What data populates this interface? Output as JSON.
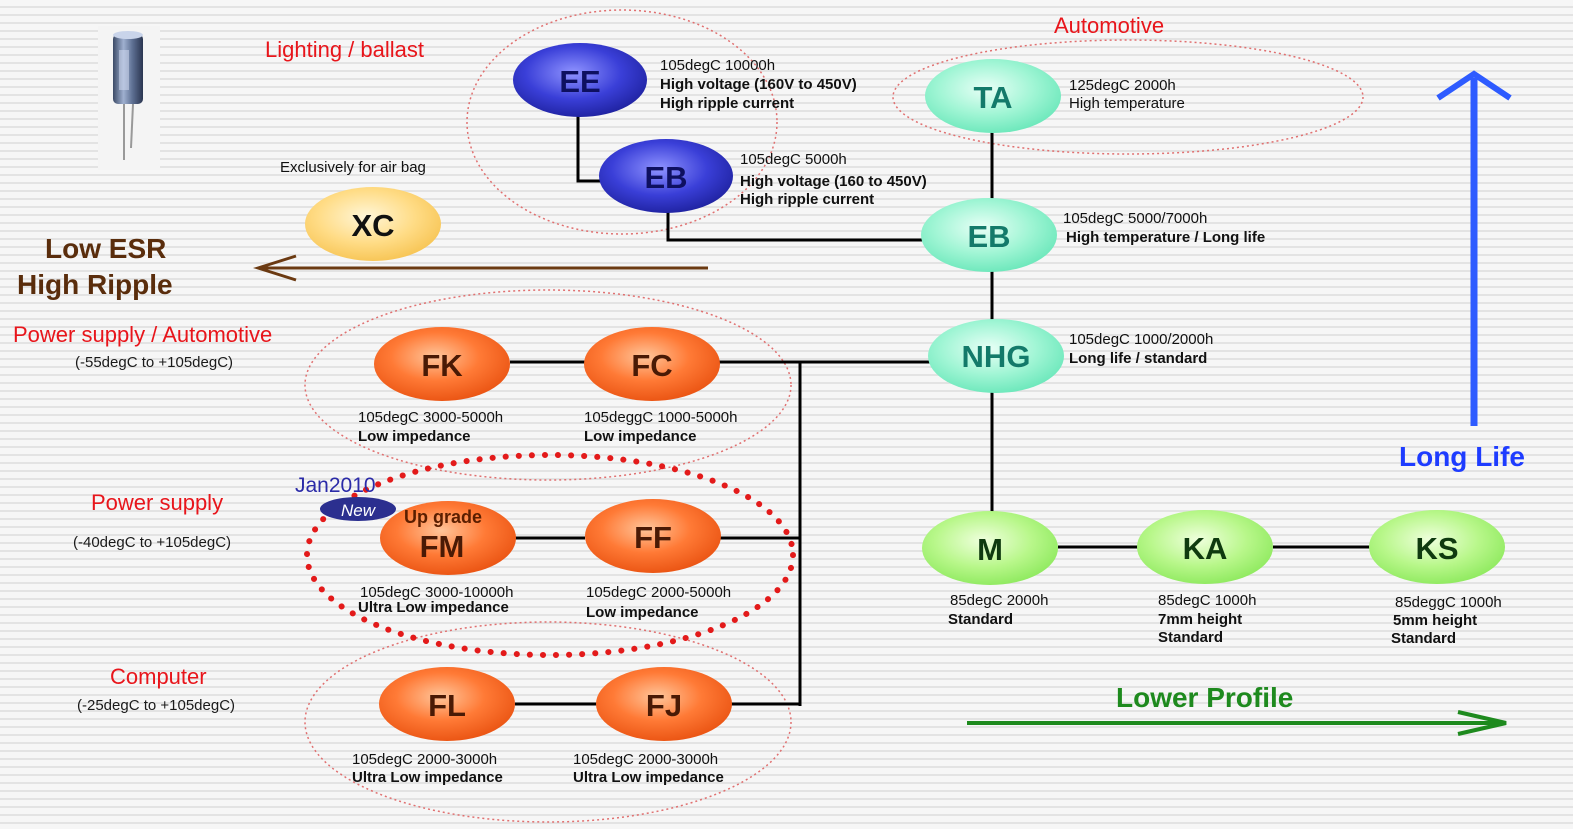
{
  "colors": {
    "category_text": "#e8151b",
    "lighting_node": "#2d32c8",
    "automotive_node": "#7ff0c6",
    "standard_node": "#9cf56a",
    "xc_node": "#ffd36b",
    "orange_node": "#f05a1a",
    "low_esr_arrow": "#6b3a12",
    "long_life_arrow": "#2e5bff",
    "lower_profile_arrow": "#1e8a1e"
  },
  "categories": {
    "lighting": "Lighting / ballast",
    "automotive": "Automotive",
    "air_bag": "Exclusively for air bag",
    "power_auto": "Power supply / Automotive",
    "power_auto_range": "(-55degC  to +105degC)",
    "power": "Power supply",
    "power_range": "(-40degC  to +105degC)",
    "computer": "Computer",
    "computer_range": "(-25degC  to +105degC)"
  },
  "axes": {
    "low_esr_1": "Low ESR",
    "low_esr_2": "High Ripple",
    "long_life": "Long Life",
    "lower_profile": "Lower Profile"
  },
  "badge": {
    "date": "Jan2010",
    "new": "New",
    "upgrade": "Up grade"
  },
  "icons": {
    "capacitor": "capacitor-icon"
  },
  "nodes": {
    "EE": {
      "label": "EE",
      "line1": "105degC 10000h",
      "line2": "High voltage (160V to 450V)",
      "line3": "High ripple current"
    },
    "EB_top": {
      "label": "EB",
      "line1": "105degC 5000h",
      "line2": "High voltage (160 to 450V)",
      "line3": "High ripple current"
    },
    "TA": {
      "label": "TA",
      "line1": "125degC 2000h",
      "line2": "High temperature"
    },
    "EB_mid": {
      "label": "EB",
      "line1": "105degC 5000/7000h",
      "line2": "High temperature / Long life"
    },
    "NHG": {
      "label": "NHG",
      "line1": "105degC 1000/2000h",
      "line2": "Long life / standard"
    },
    "XC": {
      "label": "XC"
    },
    "FK": {
      "label": "FK",
      "line1": "105degC 3000-5000h",
      "line2": "Low impedance"
    },
    "FC": {
      "label": "FC",
      "line1": "105deggC 1000-5000h",
      "line2": "Low impedance"
    },
    "FM": {
      "label": "FM",
      "line1": "105degC 3000-10000h",
      "line2": "Ultra Low impedance"
    },
    "FF": {
      "label": "FF",
      "line1": "105degC 2000-5000h",
      "line2": "Low impedance"
    },
    "FL": {
      "label": "FL",
      "line1": "105degC 2000-3000h",
      "line2": "Ultra Low impedance"
    },
    "FJ": {
      "label": "FJ",
      "line1": "105degC 2000-3000h",
      "line2": "Ultra Low impedance"
    },
    "M": {
      "label": "M",
      "line1": "85degC 2000h",
      "line2": "Standard"
    },
    "KA": {
      "label": "KA",
      "line1": "85degC 1000h",
      "line2": "7mm height",
      "line3": "Standard"
    },
    "KS": {
      "label": "KS",
      "line1": "85deggC 1000h",
      "line2": "5mm height",
      "line3": "Standard"
    }
  }
}
